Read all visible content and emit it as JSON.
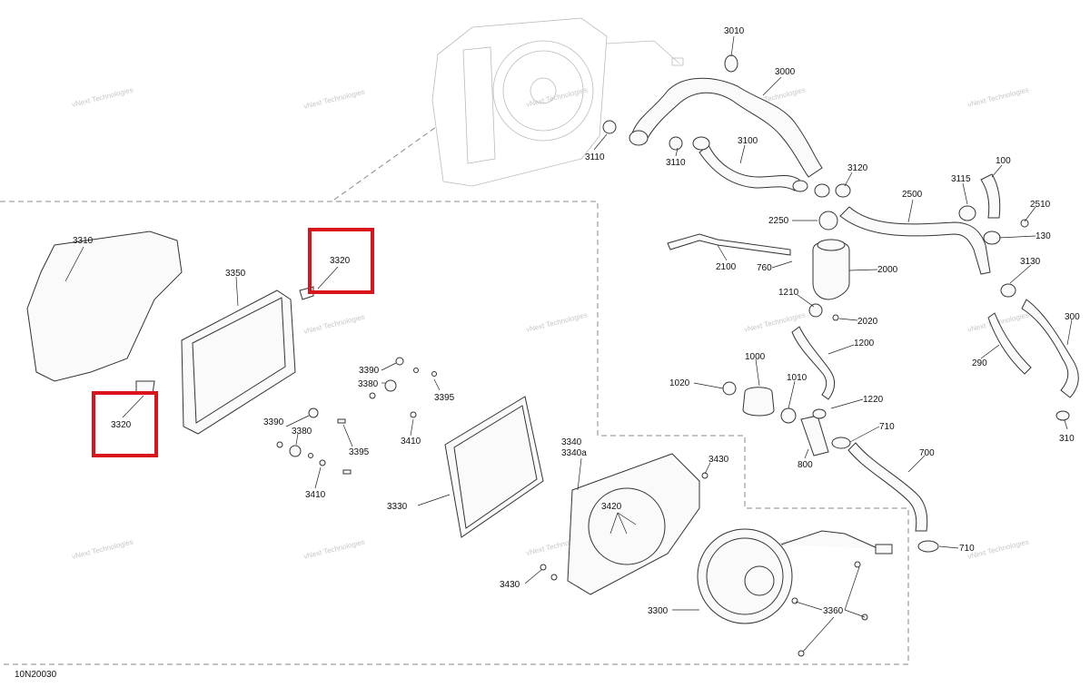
{
  "diagram_code": "10N20030",
  "watermark": {
    "line1": "vNext",
    "line2": "Technologies",
    "combined": "vNext Technologies"
  },
  "highlight_color": "#d9141b",
  "labels": {
    "l3010": "3010",
    "l3000": "3000",
    "l3110a": "3110",
    "l3110b": "3110",
    "l3100": "3100",
    "l3120": "3120",
    "l3115": "3115",
    "l100": "100",
    "l2500": "2500",
    "l2510": "2510",
    "l2250": "2250",
    "l130": "130",
    "l2100": "2100",
    "l760": "760",
    "l2000": "2000",
    "l3130": "3130",
    "l1210": "1210",
    "l2020": "2020",
    "l300": "300",
    "l1200": "1200",
    "l290": "290",
    "l1020": "1020",
    "l1000": "1000",
    "l1010": "1010",
    "l1220": "1220",
    "l710a": "710",
    "l310": "310",
    "l800": "800",
    "l700": "700",
    "l710b": "710",
    "l3310": "3310",
    "l3350": "3350",
    "l3320a": "3320",
    "l3320b": "3320",
    "l3390a": "3390",
    "l3380a": "3380",
    "l3395a": "3395",
    "l3390b": "3390",
    "l3380b": "3380",
    "l3410a": "3410",
    "l3395b": "3395",
    "l3410b": "3410",
    "l3330": "3330",
    "l3340": "3340",
    "l3340a": "3340a",
    "l3430a": "3430",
    "l3420": "3420",
    "l3430b": "3430",
    "l3300": "3300",
    "l3360": "3360"
  }
}
